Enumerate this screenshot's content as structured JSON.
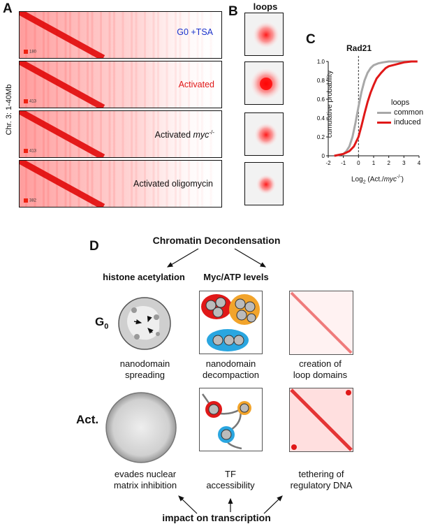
{
  "panels": {
    "a": "A",
    "b": "B",
    "c": "C",
    "d": "D"
  },
  "panel_a": {
    "ylabel": "Chr. 3: 1-40Mb",
    "maps": [
      {
        "label": "G0 +TSA",
        "color": "#1a33cc",
        "badge": "180"
      },
      {
        "label": "Activated",
        "color": "#e01818",
        "badge": "413"
      },
      {
        "label_main": "Activated ",
        "label_italic": "myc",
        "label_sup": "-/-",
        "color": "#333333",
        "badge": "413"
      },
      {
        "label": "Activated oligomycin",
        "color": "#333333",
        "badge": "382"
      }
    ]
  },
  "panel_b": {
    "title": "loops"
  },
  "panel_c": {
    "title": "Rad21",
    "legend_title": "loops",
    "xlabel_pre": "Log",
    "xlabel_sub": "2",
    "xlabel_mid": " (Act./",
    "xlabel_italic": "myc",
    "xlabel_sup": "-/-",
    "xlabel_post": ")",
    "ylabel": "cumulative probability",
    "chart_data": {
      "type": "line",
      "xlim": [
        -2,
        4
      ],
      "ylim": [
        0,
        1.0
      ],
      "xticks": [
        "-2",
        "-1",
        "0",
        "1",
        "2",
        "3",
        "4"
      ],
      "yticks": [
        "0",
        "0.2",
        "0.4",
        "0.6",
        "0.8",
        "1.0"
      ],
      "series": [
        {
          "name": "common",
          "color": "#a8a8a8",
          "x": [
            -1.6,
            -1.0,
            -0.8,
            -0.6,
            -0.4,
            -0.2,
            0.0,
            0.2,
            0.4,
            0.6,
            0.8,
            1.0,
            1.3,
            1.6,
            2.0,
            2.5,
            3.0,
            3.5
          ],
          "y": [
            0,
            0.02,
            0.05,
            0.1,
            0.2,
            0.35,
            0.52,
            0.68,
            0.8,
            0.88,
            0.93,
            0.96,
            0.98,
            0.99,
            1.0,
            1.0,
            1.0,
            1.0
          ]
        },
        {
          "name": "induced",
          "color": "#e01818",
          "x": [
            -1.6,
            -1.0,
            -0.6,
            -0.3,
            0.0,
            0.2,
            0.4,
            0.6,
            0.8,
            1.0,
            1.2,
            1.5,
            1.8,
            2.0,
            2.5,
            3.0,
            3.5,
            3.9
          ],
          "y": [
            0,
            0.02,
            0.05,
            0.1,
            0.2,
            0.32,
            0.45,
            0.57,
            0.67,
            0.75,
            0.82,
            0.88,
            0.93,
            0.95,
            0.97,
            0.99,
            1.0,
            1.0
          ]
        }
      ]
    }
  },
  "panel_d": {
    "title": "Chromatin Decondensation",
    "col_left": "histone acetylation",
    "col_mid": "Myc/ATP levels",
    "row_g0_main": "G",
    "row_g0_sub": "0",
    "row_act": "Act.",
    "mid_labels": [
      [
        "nanodomain",
        "spreading"
      ],
      [
        "nanodomain",
        "decompaction"
      ],
      [
        "creation of",
        "loop domains"
      ]
    ],
    "bottom_labels": [
      [
        "evades nuclear",
        "matrix inhibition"
      ],
      [
        "TF",
        "accessibility"
      ],
      [
        "tethering of",
        "regulatory DNA"
      ]
    ],
    "footer": "impact on transcription"
  }
}
